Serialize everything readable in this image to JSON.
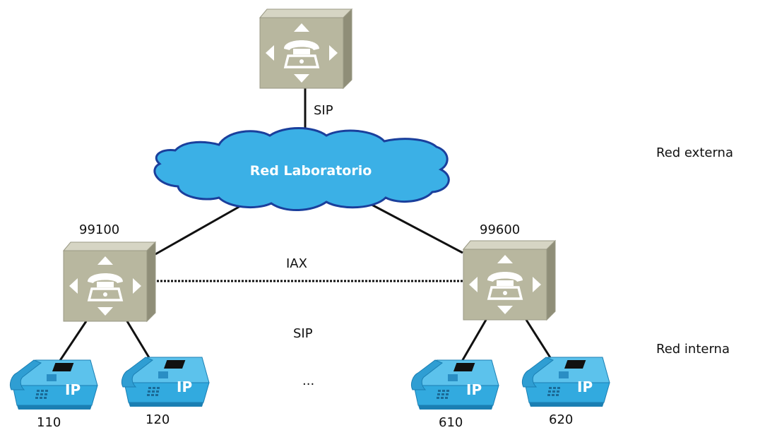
{
  "colors": {
    "pbx_face": "#b8b79f",
    "pbx_top": "#d6d5c4",
    "pbx_side": "#8f8e78",
    "cloud": "#3bb0e6",
    "cloud_border": "#1a3f9c",
    "phone": "#32aadf",
    "phone_dark": "#1b7fb3",
    "line": "#111111"
  },
  "nodes": {
    "external_pbx": {
      "icon": "pbx-phone-icon"
    },
    "pbx_left": {
      "number": "99100",
      "icon": "pbx-phone-icon"
    },
    "pbx_right": {
      "number": "99600",
      "icon": "pbx-phone-icon"
    },
    "cloud": {
      "label": "Red Laboratorio",
      "icon": "cloud-icon"
    },
    "phones": [
      {
        "number": "110",
        "badge": "IP",
        "icon": "ip-phone-icon"
      },
      {
        "number": "120",
        "badge": "IP",
        "icon": "ip-phone-icon"
      },
      {
        "number": "610",
        "badge": "IP",
        "icon": "ip-phone-icon"
      },
      {
        "number": "620",
        "badge": "IP",
        "icon": "ip-phone-icon"
      }
    ]
  },
  "links": {
    "external_protocol": "SIP",
    "trunk_protocol": "IAX",
    "internal_protocol": "SIP",
    "more_phones": "..."
  },
  "zones": {
    "external": "Red externa",
    "internal": "Red interna"
  }
}
